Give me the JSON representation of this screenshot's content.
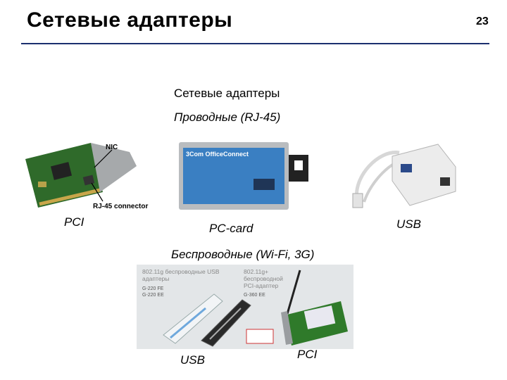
{
  "slide": {
    "title": "Сетевые адаптеры",
    "page_number": "23"
  },
  "content": {
    "subtitle": "Сетевые адаптеры",
    "wired_heading": "Проводные (RJ-45)",
    "wireless_heading": "Беспроводные (Wi-Fi, 3G)",
    "wired_labels": {
      "pci": "PCI",
      "pc_card": "PC-card",
      "usb": "USB"
    },
    "wireless_labels": {
      "usb": "USB",
      "pci": "PCI"
    }
  },
  "photos": {
    "nic": {
      "nic_label": "NIC",
      "connector_label": "RJ-45 connector"
    },
    "pccard": {
      "brand": "3Com OfficeConnect"
    },
    "wireless_banner": {
      "usb_text_line1": "802.11g беспроводные USB",
      "usb_text_line2": "адаптеры",
      "usb_model1": "G-220 FE",
      "usb_model2": "G-220 EE",
      "pci_text_line1": "802.11g+",
      "pci_text_line2": "беспроводной",
      "pci_text_line3": "PCI-адаптер",
      "pci_model": "G-360 EE"
    }
  },
  "colors": {
    "rule": "#1b2f6e",
    "pcb_green": "#2f6a2a",
    "card_blue": "#3a7fc2"
  }
}
